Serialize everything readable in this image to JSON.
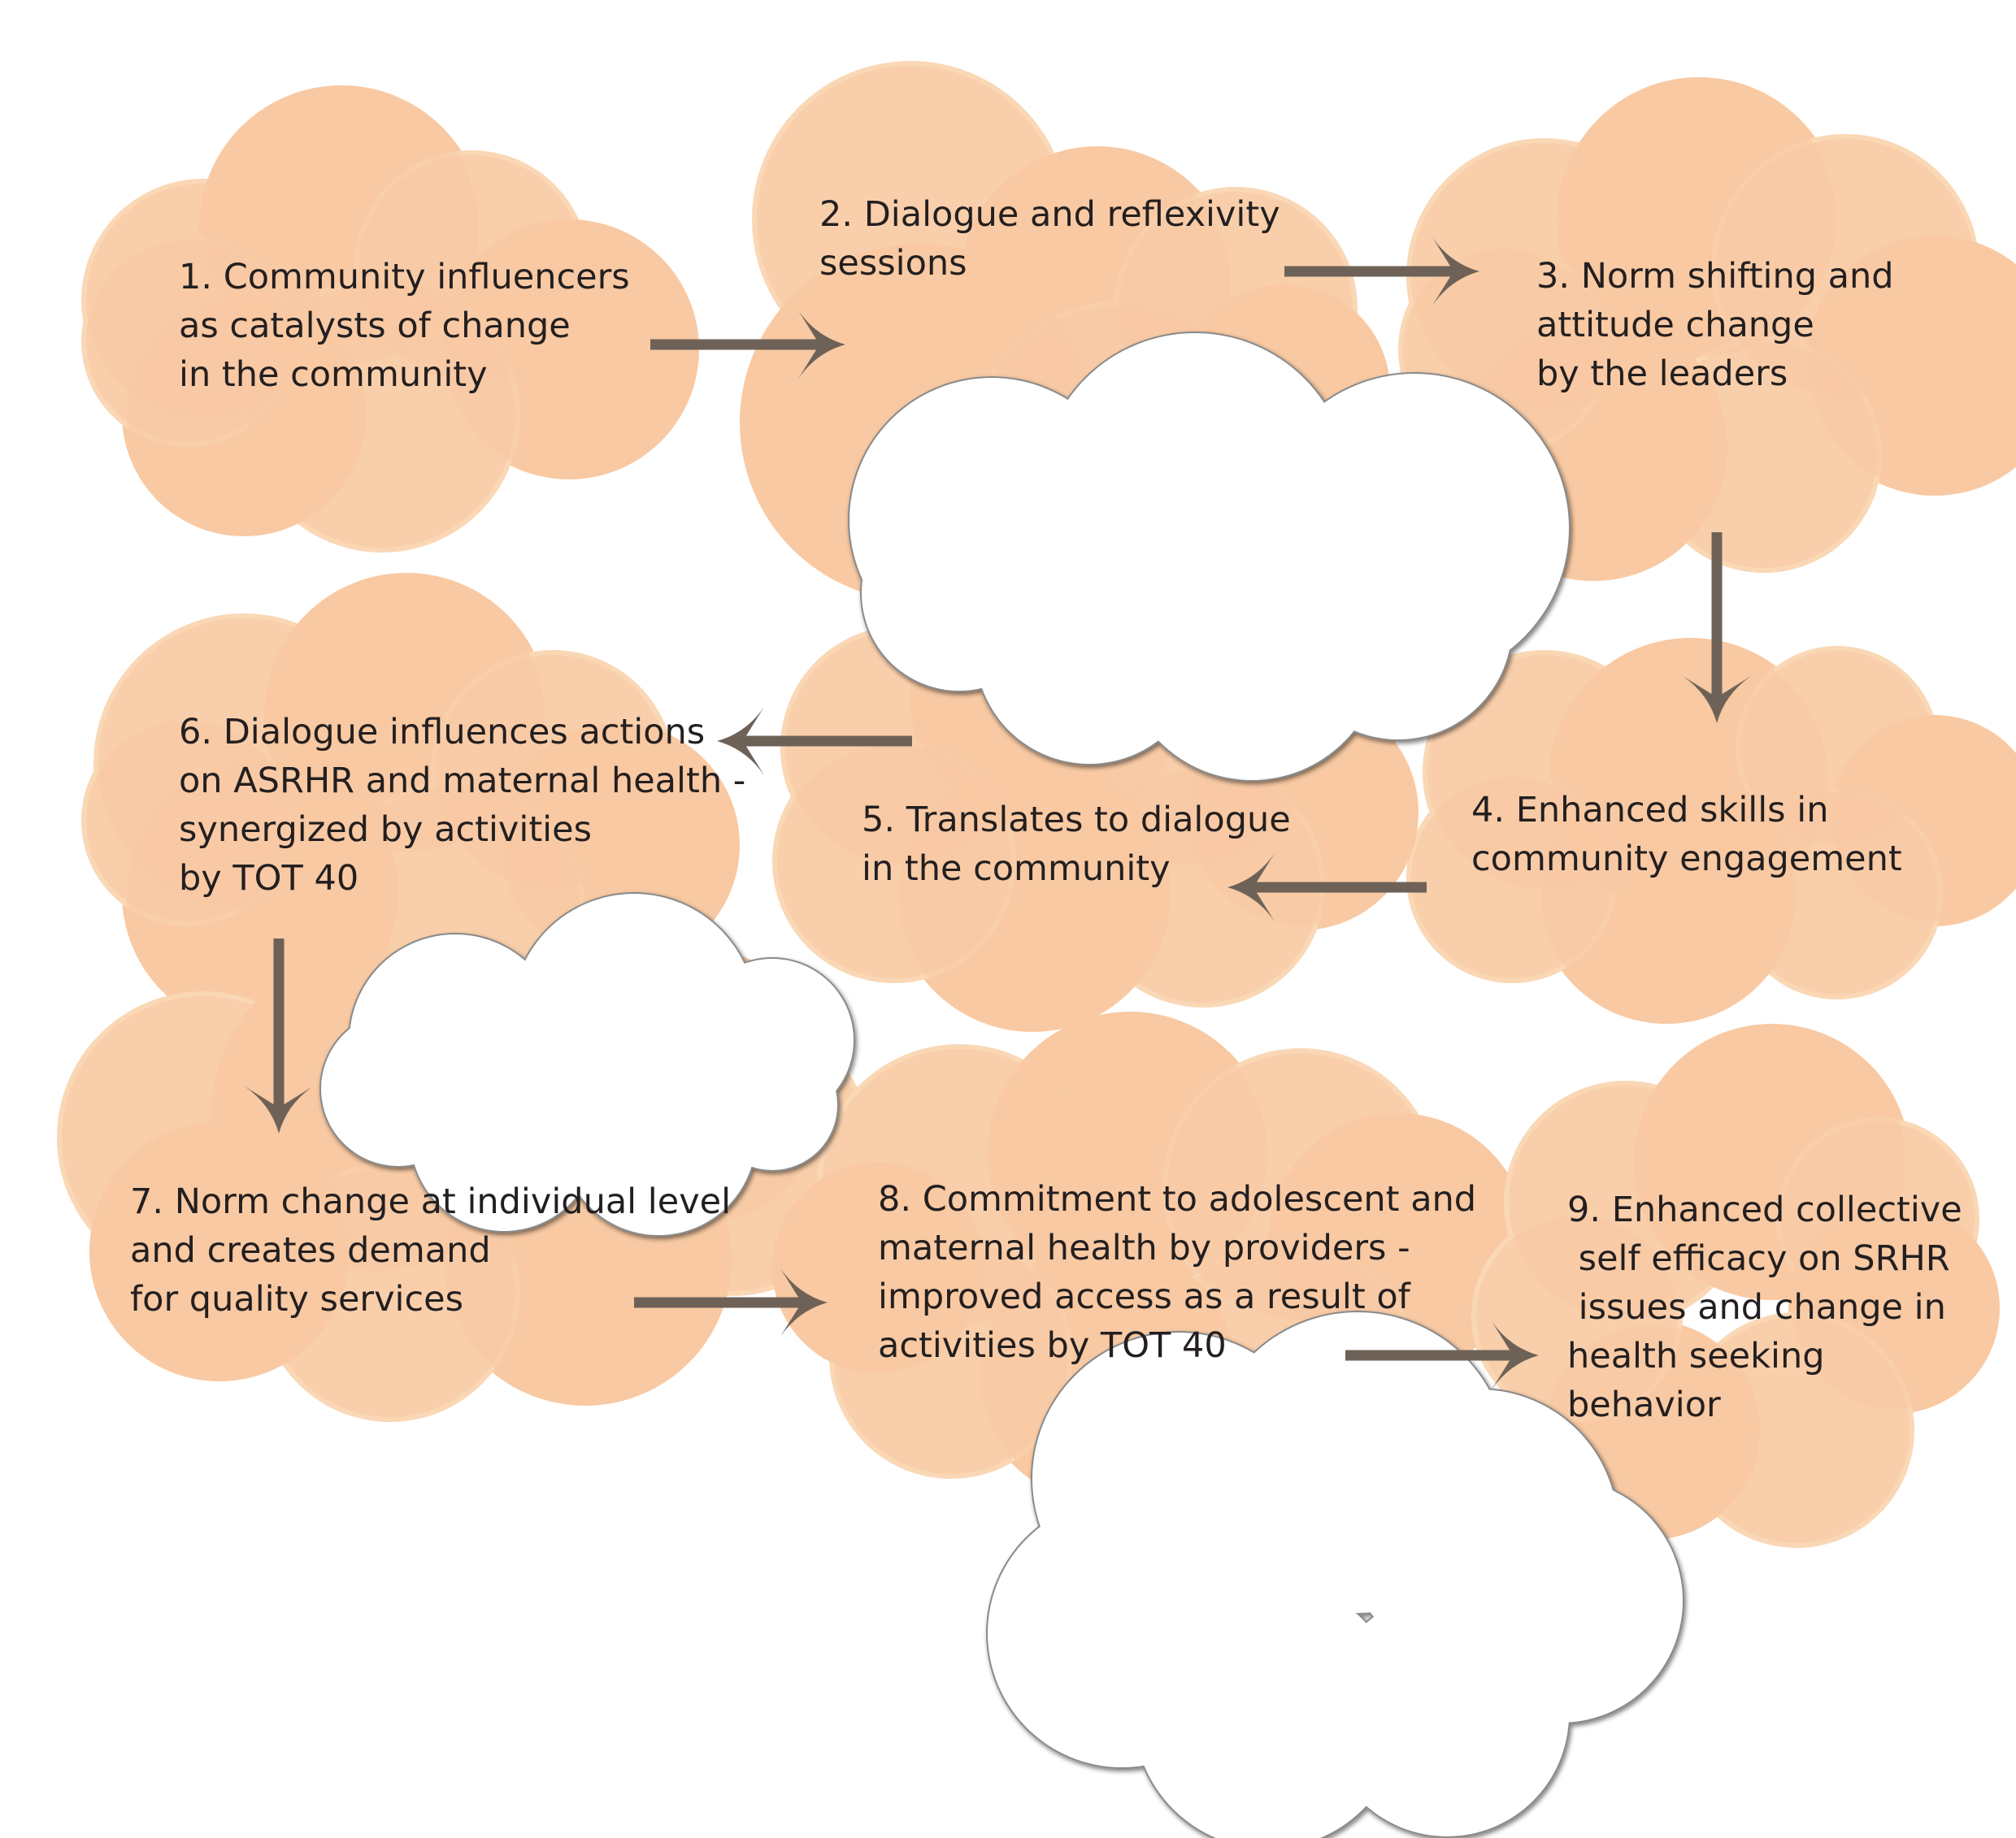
{
  "colors": {
    "cloud_fill": "#f8c9a2",
    "cloud_fill_light": "#fad7b5",
    "white_cloud": "#ffffff",
    "white_cloud_stroke": "#8a8a8a",
    "arrow": "#6e6258",
    "text": "#231f20"
  },
  "nodes": [
    {
      "id": "n1",
      "lines": [
        "1. Community influencers",
        "as catalysts of change",
        "in the community"
      ]
    },
    {
      "id": "n2",
      "lines": [
        "2. Dialogue and reflexivity",
        "sessions"
      ]
    },
    {
      "id": "n3",
      "lines": [
        "3. Norm shifting and",
        "attitude change",
        "by the leaders"
      ]
    },
    {
      "id": "n4",
      "lines": [
        "4. Enhanced skills in",
        "community engagement"
      ]
    },
    {
      "id": "n5",
      "lines": [
        "5. Translates to dialogue",
        "in the community"
      ]
    },
    {
      "id": "n6",
      "lines": [
        "6. Dialogue influences actions",
        "on ASRHR and maternal health -",
        "synergized by activities",
        "by TOT 40"
      ]
    },
    {
      "id": "n7",
      "lines": [
        "7. Norm change at individual level",
        "and creates demand",
        "for quality services"
      ]
    },
    {
      "id": "n8",
      "lines": [
        "8. Commitment to adolescent and",
        "maternal health by providers -",
        "improved access as a result of",
        "activities by TOT 40"
      ]
    },
    {
      "id": "n9",
      "lines": [
        "9. Enhanced collective",
        " self efficacy on SRHR",
        " issues and change in",
        "health seeking",
        "behavior"
      ]
    }
  ],
  "edges": [
    {
      "from": "n1",
      "to": "n2"
    },
    {
      "from": "n2",
      "to": "n3"
    },
    {
      "from": "n3",
      "to": "n4"
    },
    {
      "from": "n4",
      "to": "n5"
    },
    {
      "from": "n5",
      "to": "n6"
    },
    {
      "from": "n6",
      "to": "n7"
    },
    {
      "from": "n7",
      "to": "n8"
    },
    {
      "from": "n8",
      "to": "n9"
    }
  ]
}
